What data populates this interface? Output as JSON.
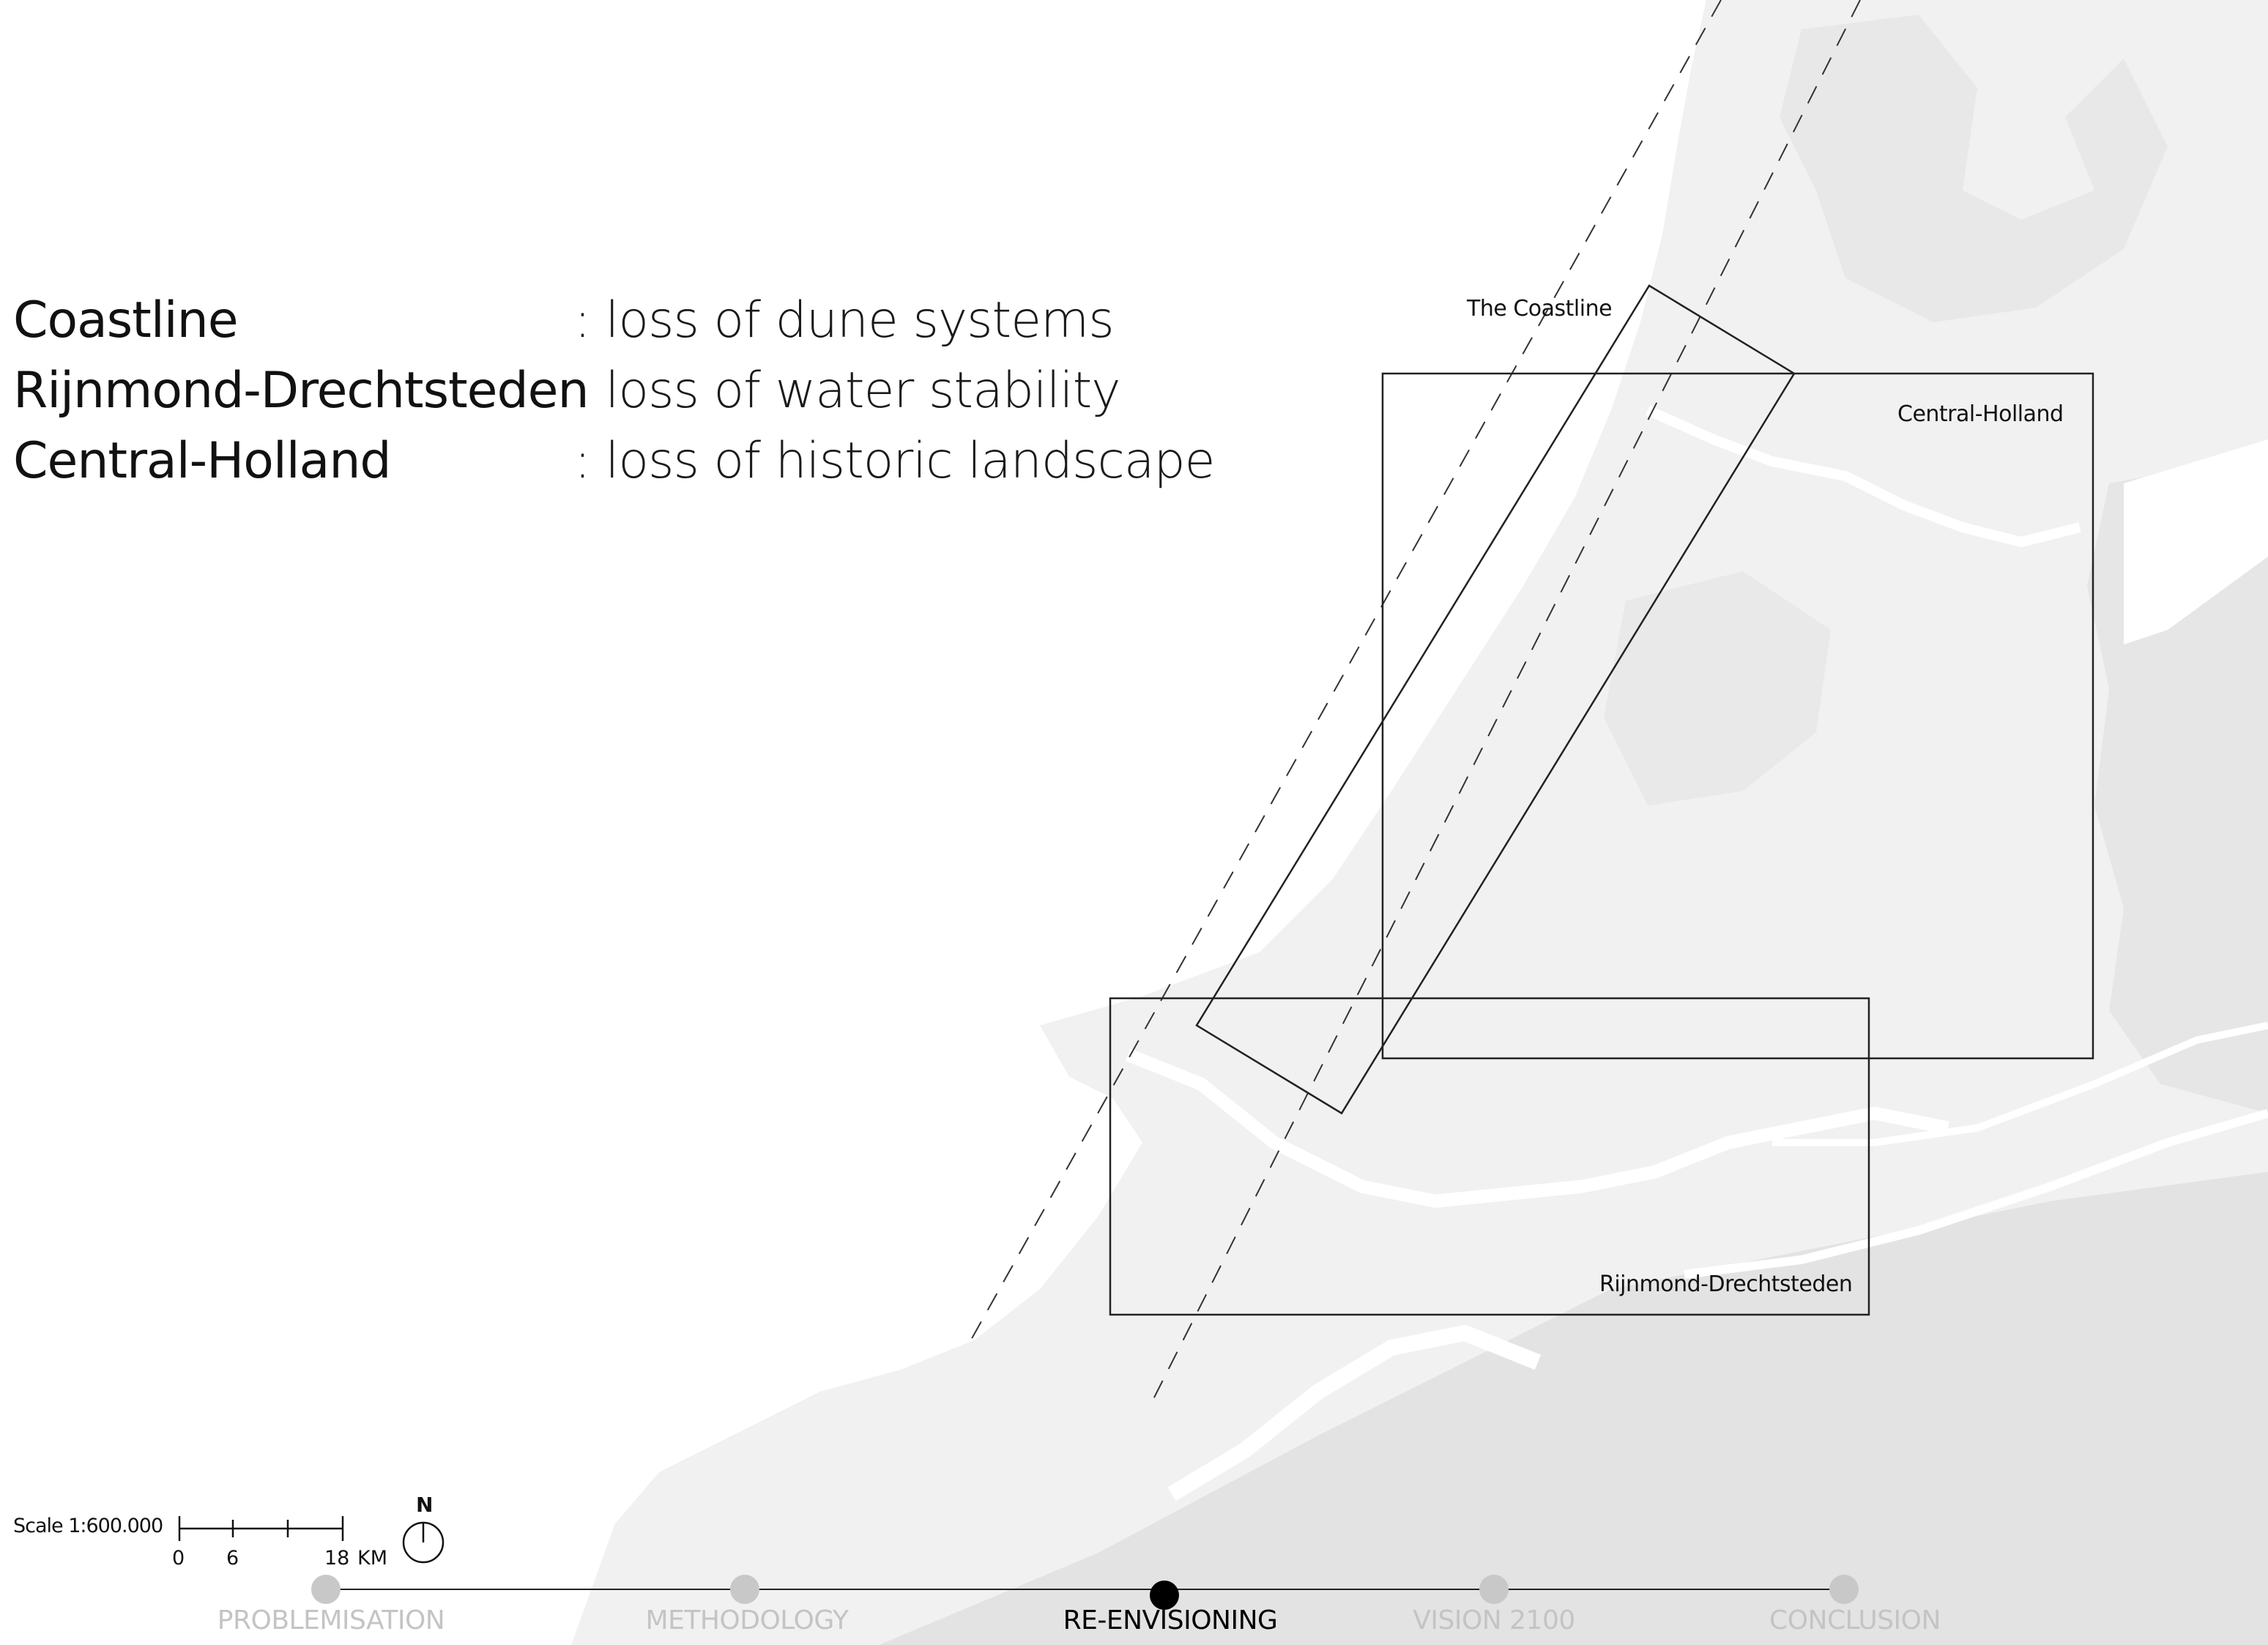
{
  "map": {
    "scale_label": "Scale 1:600.000",
    "scale_ticks": [
      "0",
      "6",
      "18"
    ],
    "scale_unit": "KM",
    "north_label": "N",
    "colors": {
      "sea": "#ffffff",
      "land": "#f1f1f1",
      "land_dark": "#e5e5e5",
      "river": "#ffffff",
      "frame": "#222222"
    }
  },
  "legend": [
    {
      "name": "Coastline",
      "description": ": loss of dune systems"
    },
    {
      "name": "Rijnmond-Drechtsteden",
      "description": ": loss of water stability"
    },
    {
      "name": "Central-Holland",
      "description": ": loss of historic landscape"
    }
  ],
  "regions": [
    {
      "id": "coastline",
      "label": "The Coastline"
    },
    {
      "id": "central-holland",
      "label": "Central-Holland"
    },
    {
      "id": "rijnmond",
      "label": "Rijnmond-Drechtsteden"
    }
  ],
  "timeline": {
    "steps": [
      {
        "label": "PROBLEMISATION",
        "active": false
      },
      {
        "label": "METHODOLOGY",
        "active": false
      },
      {
        "label": "RE-ENVISIONING",
        "active": true
      },
      {
        "label": "VISION 2100",
        "active": false
      },
      {
        "label": "CONCLUSION",
        "active": false
      }
    ],
    "colors": {
      "active": "#000000",
      "inactive": "#c8c8c8"
    }
  }
}
